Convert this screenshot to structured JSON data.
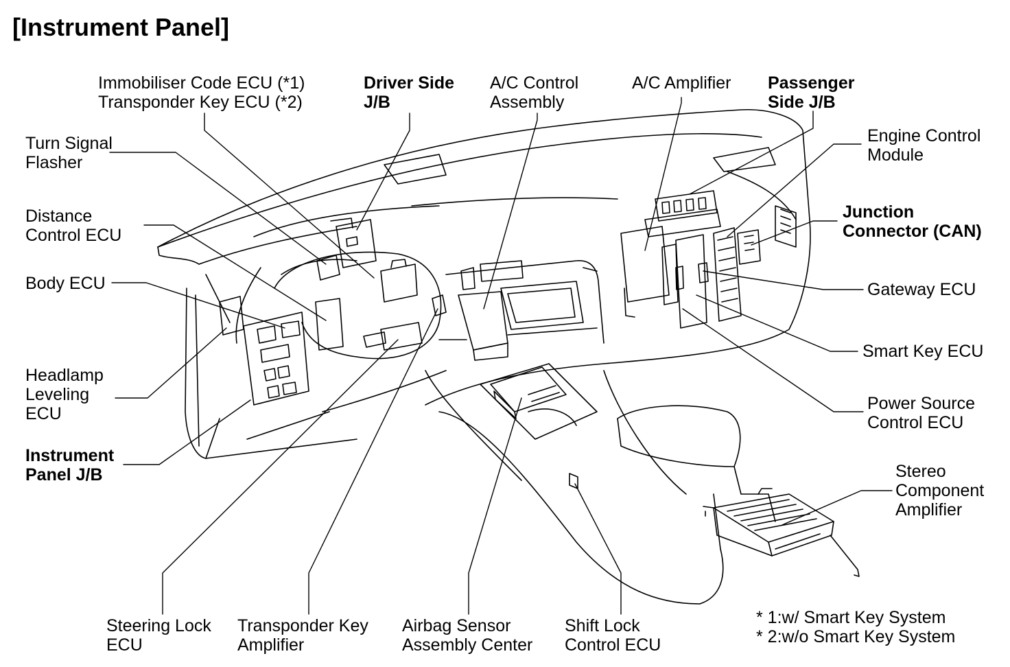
{
  "title": "[Instrument Panel]",
  "labels": {
    "immobiliser": [
      "Immobiliser Code ECU (*1)",
      "Transponder Key ECU (*2)"
    ],
    "driver_jb": [
      "Driver Side",
      "J/B"
    ],
    "ac_control": [
      "A/C Control",
      "Assembly"
    ],
    "ac_amplifier": [
      "A/C Amplifier"
    ],
    "passenger_jb": [
      "Passenger",
      "Side J/B"
    ],
    "engine_control": [
      "Engine Control",
      "Module"
    ],
    "turn_signal": [
      "Turn Signal",
      "Flasher"
    ],
    "distance_control": [
      "Distance",
      "Control ECU"
    ],
    "junction_connector": [
      "Junction",
      "Connector (CAN)"
    ],
    "body_ecu": [
      "Body ECU"
    ],
    "gateway_ecu": [
      "Gateway ECU"
    ],
    "smart_key_ecu": [
      "Smart Key ECU"
    ],
    "headlamp_leveling": [
      "Headlamp",
      "Leveling",
      "ECU"
    ],
    "power_source": [
      "Power Source",
      "Control ECU"
    ],
    "instrument_jb": [
      "Instrument",
      "Panel J/B"
    ],
    "stereo_amp": [
      "Stereo",
      "Component",
      "Amplifier"
    ],
    "steering_lock": [
      "Steering Lock",
      "ECU"
    ],
    "transponder_amp": [
      "Transponder Key",
      "Amplifier"
    ],
    "airbag_sensor": [
      "Airbag Sensor",
      "Assembly Center"
    ],
    "shift_lock": [
      "Shift Lock",
      "Control ECU"
    ]
  },
  "notes": [
    "* 1:w/ Smart Key System",
    "* 2:w/o Smart Key System"
  ]
}
